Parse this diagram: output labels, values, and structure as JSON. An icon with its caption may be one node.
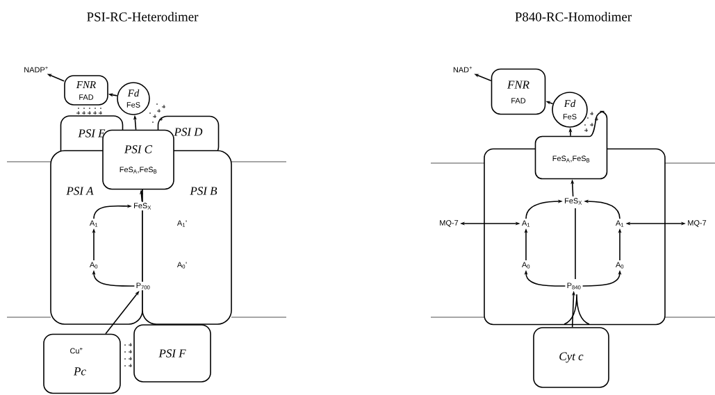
{
  "diagram": {
    "nodes": [
      {
        "text": [
          "NADP$^{+}$"
        ]
      },
      {
        "text": [
          "FNR",
          "FAD"
        ]
      },
      {
        "text": [
          "Fd",
          "FeS"
        ]
      },
      {
        "text": [
          "PSI E"
        ]
      },
      {
        "text": [
          "PSI D"
        ]
      },
      {
        "text": [
          "PSI C",
          "FeS$_{A}$,FeS$_{B}$"
        ]
      },
      {
        "text": [
          "PSI A"
        ]
      },
      {
        "text": [
          "PSI B",
          "A$_{1}$'",
          "A$_{0}$'"
        ]
      },
      {
        "text": [
          "FeS$_{X}$"
        ]
      },
      {
        "text": [
          "A$_{1}$"
        ],
        "in": 6
      },
      {
        "text": [
          "A$_{0}$"
        ],
        "in": 6
      },
      {
        "text": [
          "P$_{700}$"
        ]
      },
      {
        "text": [
          "Cu$^{+}$",
          "Pc"
        ]
      },
      {
        "text": [
          "PSI F"
        ]
      },
      {
        "text": [
          "NAD$^{+}$"
        ]
      },
      {
        "text": [
          "FNR",
          "FAD"
        ]
      },
      {
        "text": [
          "Fd",
          "FeS"
        ]
      },
      {
        "text": [
          "FeS$_{A}$,FeS$_{B}$"
        ]
      },
      {
        "text": [],
        "shape": "box"
      },
      {
        "text": [
          "FeS$_{X}$"
        ],
        "in": 18
      },
      {
        "text": [
          "MQ-7"
        ]
      },
      {
        "text": [
          "A$_{1}$"
        ],
        "in": 18
      },
      {
        "text": [
          "A$_{1}$"
        ],
        "in": 18
      },
      {
        "text": [
          "MQ-7"
        ]
      },
      {
        "text": [
          "A$_{0}$"
        ],
        "in": 18
      },
      {
        "text": [
          "A$_{0}$"
        ],
        "in": 18
      },
      {
        "text": [
          "P$_{840}$"
        ],
        "in": 18
      },
      {
        "text": [
          "Cyt c"
        ]
      }
    ],
    "edges": [
      {
        "from": 11,
        "to": 10,
        "arrow": "to"
      },
      {
        "from": 10,
        "to": 9,
        "arrow": "to"
      },
      {
        "from": 9,
        "to": 8,
        "arrow": "to"
      },
      {
        "from": 8,
        "to": 5,
        "arrow": "to"
      },
      {
        "from": 5,
        "to": 2,
        "arrow": "to"
      },
      {
        "from": 2,
        "to": 1,
        "arrow": "to"
      },
      {
        "from": 1,
        "to": 0,
        "arrow": "to"
      },
      {
        "from": 12,
        "to": 11,
        "arrow": "to"
      },
      {
        "from": 26,
        "to": 24,
        "arrow": "to"
      },
      {
        "from": 26,
        "to": 25,
        "arrow": "to"
      },
      {
        "from": 24,
        "to": 21,
        "arrow": "to"
      },
      {
        "from": 25,
        "to": 22,
        "arrow": "to"
      },
      {
        "from": 21,
        "to": 19,
        "arrow": "to"
      },
      {
        "from": 22,
        "to": 19,
        "arrow": "to"
      },
      {
        "from": 19,
        "to": 17,
        "arrow": "to"
      },
      {
        "from": 17,
        "to": 16,
        "arrow": "to"
      },
      {
        "from": 16,
        "to": 15,
        "arrow": "to"
      },
      {
        "from": 15,
        "to": 14,
        "arrow": "to"
      },
      {
        "from": 21,
        "to": 20,
        "arrow": "both"
      },
      {
        "from": 22,
        "to": 23,
        "arrow": "both"
      },
      {
        "from": 27,
        "to": 26,
        "arrow": "to"
      }
    ],
    "labels": [
      "PSI-RC-Heterodimer",
      "P840-RC-Homodimer"
    ]
  }
}
